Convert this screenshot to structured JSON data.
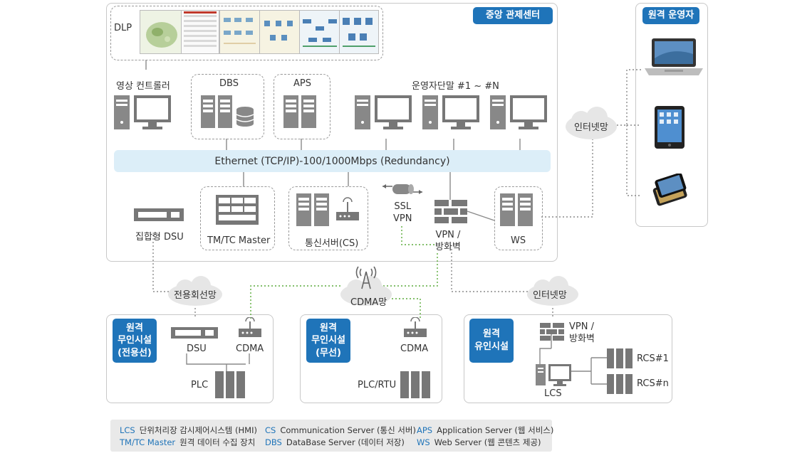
{
  "center": {
    "title": "중앙 관제센터"
  },
  "remote_operator": {
    "title": "원격 운영자"
  },
  "nodes": {
    "dlp": "DLP",
    "video_controller": "영상 컨트롤러",
    "dbs": "DBS",
    "aps": "APS",
    "operator_terminals": "운영자단말 #1 ~ #N",
    "ethernet": "Ethernet (TCP/IP)-100/1000Mbps (Redundancy)",
    "internet_cloud_top": "인터넷망",
    "integrated_dsu": "집합형 DSU",
    "tmtc_master": "TM/TC Master",
    "comm_server": "통신서버(CS)",
    "ssl_vpn_1": "SSL",
    "ssl_vpn_2": "VPN",
    "vpn_fw_1": "VPN /",
    "vpn_fw_2": "방화벽",
    "ws": "WS",
    "leased_line": "전용회선망",
    "cdma_net": "CDMA망",
    "internet_cloud_bottom": "인터넷망"
  },
  "sites": {
    "leased": {
      "line1": "원격",
      "line2": "무인시설",
      "line3": "(전용선)",
      "dsu": "DSU",
      "cdma": "CDMA",
      "plc": "PLC"
    },
    "wireless": {
      "line1": "원격",
      "line2": "무인시설",
      "line3": "(무선)",
      "cdma": "CDMA",
      "plcrtu": "PLC/RTU"
    },
    "manned": {
      "line1": "원격",
      "line2": "유인시설",
      "vpn1": "VPN /",
      "vpn2": "방화벽",
      "lcs": "LCS",
      "rcs1": "RCS#1",
      "rcsn": "RCS#n"
    }
  },
  "legend": [
    {
      "key": "LCS",
      "text": "단위처리장 감시제어시스템 (HMI)"
    },
    {
      "key": "TM/TC Master",
      "text": "원격 데이터 수집 장치"
    },
    {
      "key": "CS",
      "text": "Communication Server (통신 서버)"
    },
    {
      "key": "DBS",
      "text": "DataBase Server (데이터 저장)"
    },
    {
      "key": "APS",
      "text": "Application Server (웹 서비스)"
    },
    {
      "key": "WS",
      "text": "Web Server (웹 콘텐츠 제공)"
    }
  ],
  "colors": {
    "accent": "#1f74b9",
    "green_link": "#5aaa3a",
    "gray_link": "#8a8a8a",
    "ethernet_bar": "#dceef8"
  }
}
